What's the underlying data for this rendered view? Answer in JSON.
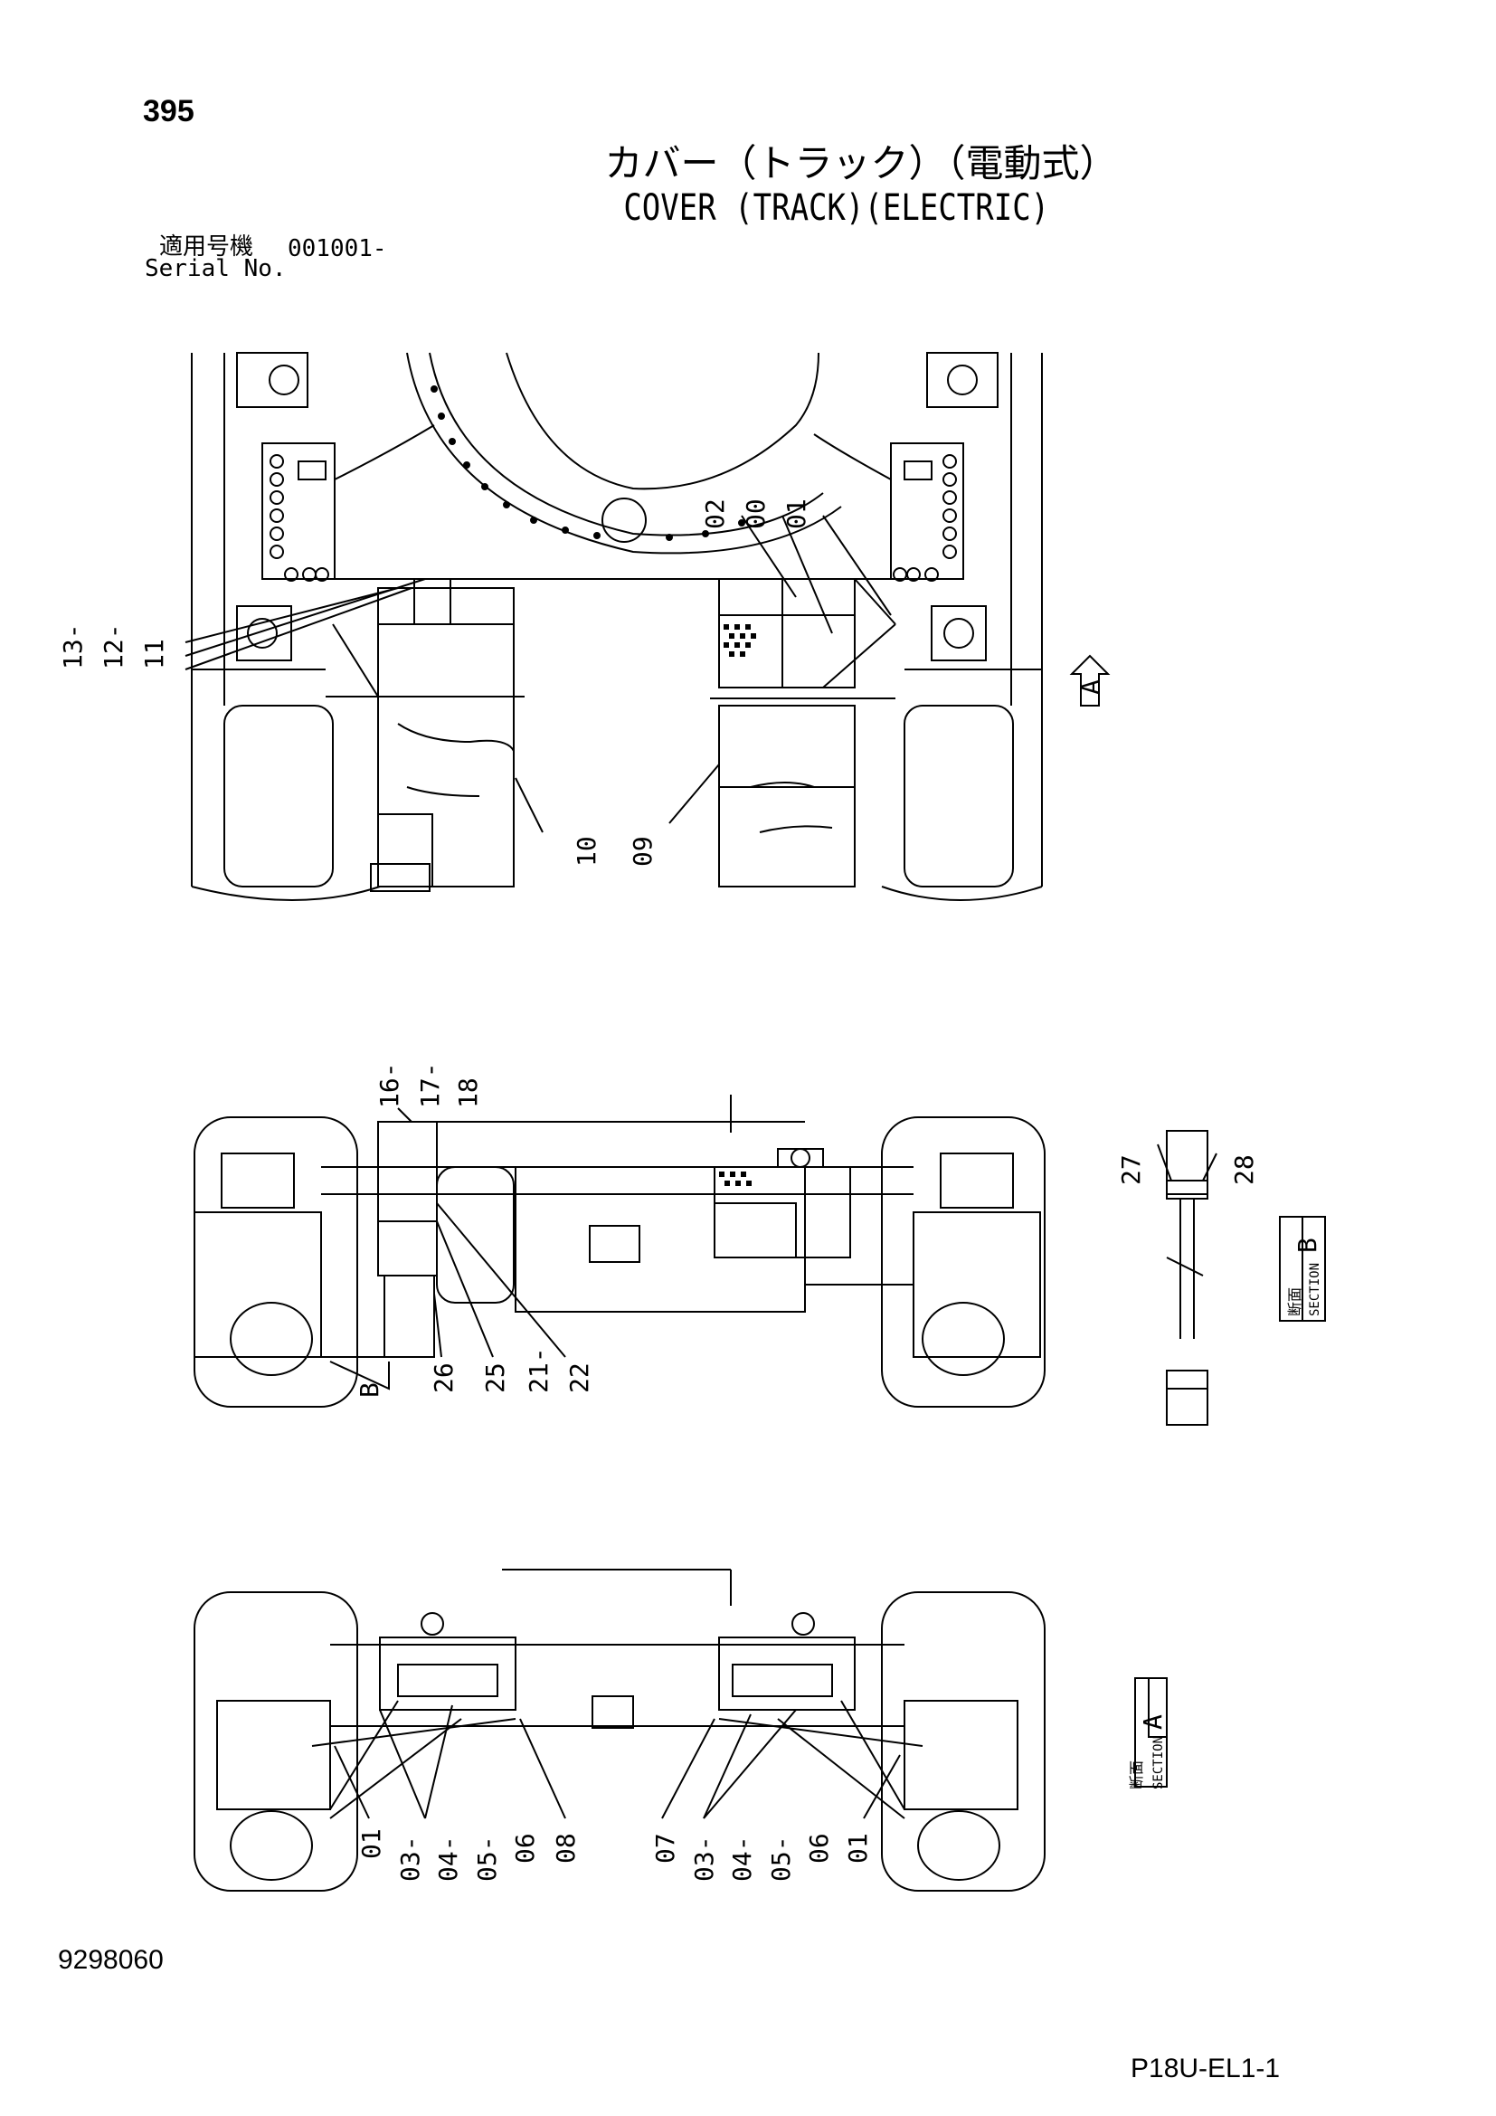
{
  "header": {
    "page_number": "395",
    "title_ja": "カバー（トラック）（電動式）",
    "title_en": "COVER (TRACK)(ELECTRIC)",
    "serial_label_ja": "適用号機",
    "serial_value": "001001-",
    "serial_label_en": "Serial No."
  },
  "view_top": {
    "callouts": [
      "02",
      "00",
      "01",
      "13-",
      "12-",
      "11",
      "10",
      "09"
    ],
    "view_arrow_label": "A"
  },
  "view_middle": {
    "callouts": [
      "16-",
      "17-",
      "18",
      "26",
      "25",
      "21-",
      "22",
      "27",
      "28"
    ],
    "section_marker": "B"
  },
  "section_b": {
    "label_ja": "断面",
    "label_en": "SECTION",
    "letter": "B"
  },
  "view_bottom": {
    "callouts_left": [
      "01",
      "03-",
      "04-",
      "05-",
      "06",
      "08"
    ],
    "callouts_right": [
      "07",
      "03-",
      "04-",
      "05-",
      "06",
      "01"
    ]
  },
  "section_a": {
    "label_ja": "断面",
    "label_en": "SECTION",
    "letter": "A"
  },
  "footer": {
    "document_number": "9298060",
    "sheet_id": "P18U-EL1-1"
  }
}
